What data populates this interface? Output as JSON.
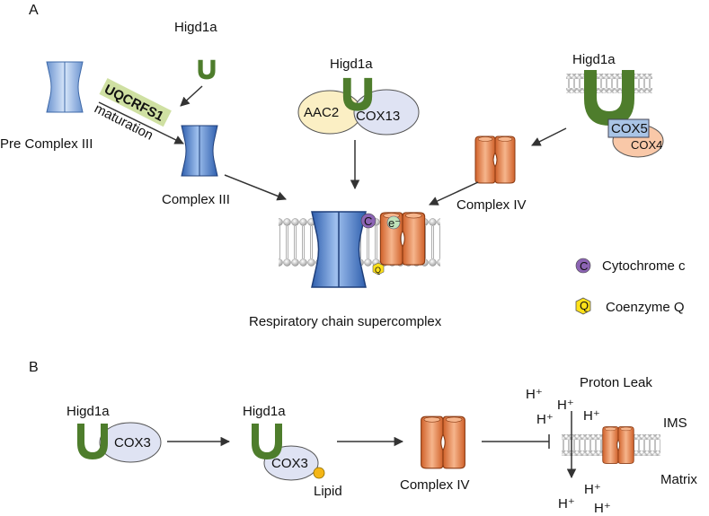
{
  "panels": {
    "a": "A",
    "b": "B"
  },
  "labels": {
    "higd1a": "Higd1a",
    "uqcrfs1": "UQCRFS1",
    "maturation": "maturation",
    "pre_complex_iii": "Pre Complex III",
    "complex_iii": "Complex III",
    "complex_iv": "Complex IV",
    "aac2": "AAC2",
    "cox13": "COX13",
    "cox5": "COX5",
    "cox4": "COX4",
    "cox3": "COX3",
    "lipid": "Lipid",
    "supercomplex": "Respiratory chain supercomplex",
    "cyt_symbol": "C",
    "cytochrome_c": "Cytochrome c",
    "q_symbol": "Q",
    "coenzyme_q": "Coenzyme Q",
    "electron": "e⁻",
    "proton": "H⁺",
    "proton_leak": "Proton Leak",
    "ims": "IMS",
    "matrix": "Matrix"
  },
  "colors": {
    "higd1a_green": "#4e7d2c",
    "complex_iii_blue": "#4a7bc8",
    "complex_iv_orange": "#e07b3c",
    "cox_lavender": "#dfe3f3",
    "aac2_yellow": "#fbefc4",
    "cox4_peach": "#f9c8a8",
    "cox5_blue": "#a9c4e6",
    "uqcrfs1_green": "#cfe0a2",
    "cyt_purple": "#8c64b4",
    "coq_yellow": "#ffe11a"
  }
}
